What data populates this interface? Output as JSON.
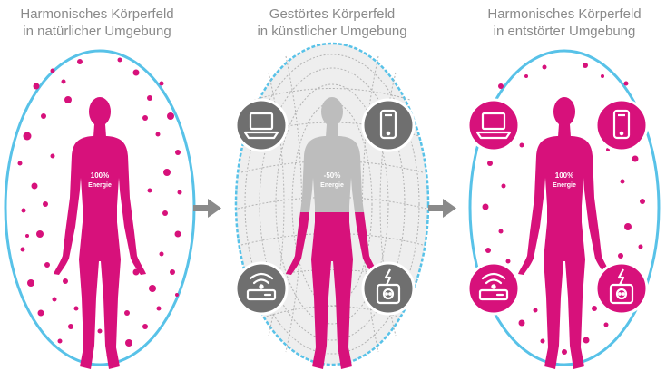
{
  "panels": [
    {
      "title_line1": "Harmonisches Körperfeld",
      "title_line2": "in natürlicher Umgebung",
      "energy_value": "100%",
      "energy_label": "Energie"
    },
    {
      "title_line1": "Gestörtes Körperfeld",
      "title_line2": "in künstlicher Umgebung",
      "energy_value": "-50%",
      "energy_label": "Energie"
    },
    {
      "title_line1": "Harmonisches Körperfeld",
      "title_line2": "in entstörter Umgebung",
      "energy_value": "100%",
      "energy_label": "Energie"
    }
  ],
  "colors": {
    "magenta": "#d7117b",
    "field_blue": "#58c2e8",
    "device_gray": "#6f6f6f",
    "body_gray": "#bdbdbd",
    "arrow_gray": "#8a8a8a",
    "title_gray": "#8a8a8a"
  },
  "icons": [
    "laptop-icon",
    "smartphone-icon",
    "wifi-router-icon",
    "power-socket-icon",
    "arrow-right-icon"
  ]
}
